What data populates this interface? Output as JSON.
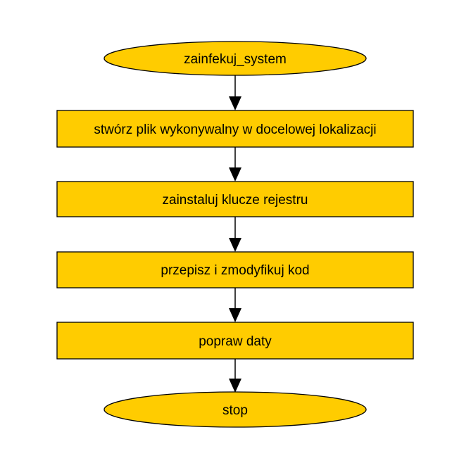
{
  "colors": {
    "node_fill": "#FFCC00",
    "node_stroke": "#000000",
    "connector": "#000000",
    "background": "#FFFFFF"
  },
  "flowchart": {
    "start": {
      "label": "zainfekuj_system",
      "shape": "terminator"
    },
    "steps": [
      {
        "label": "stwórz plik wykonywalny w docelowej lokalizacji",
        "shape": "process"
      },
      {
        "label": "zainstaluj klucze rejestru",
        "shape": "process"
      },
      {
        "label": "przepisz i zmodyfikuj kod",
        "shape": "process"
      },
      {
        "label": "popraw daty",
        "shape": "process"
      }
    ],
    "end": {
      "label": "stop",
      "shape": "terminator"
    }
  }
}
